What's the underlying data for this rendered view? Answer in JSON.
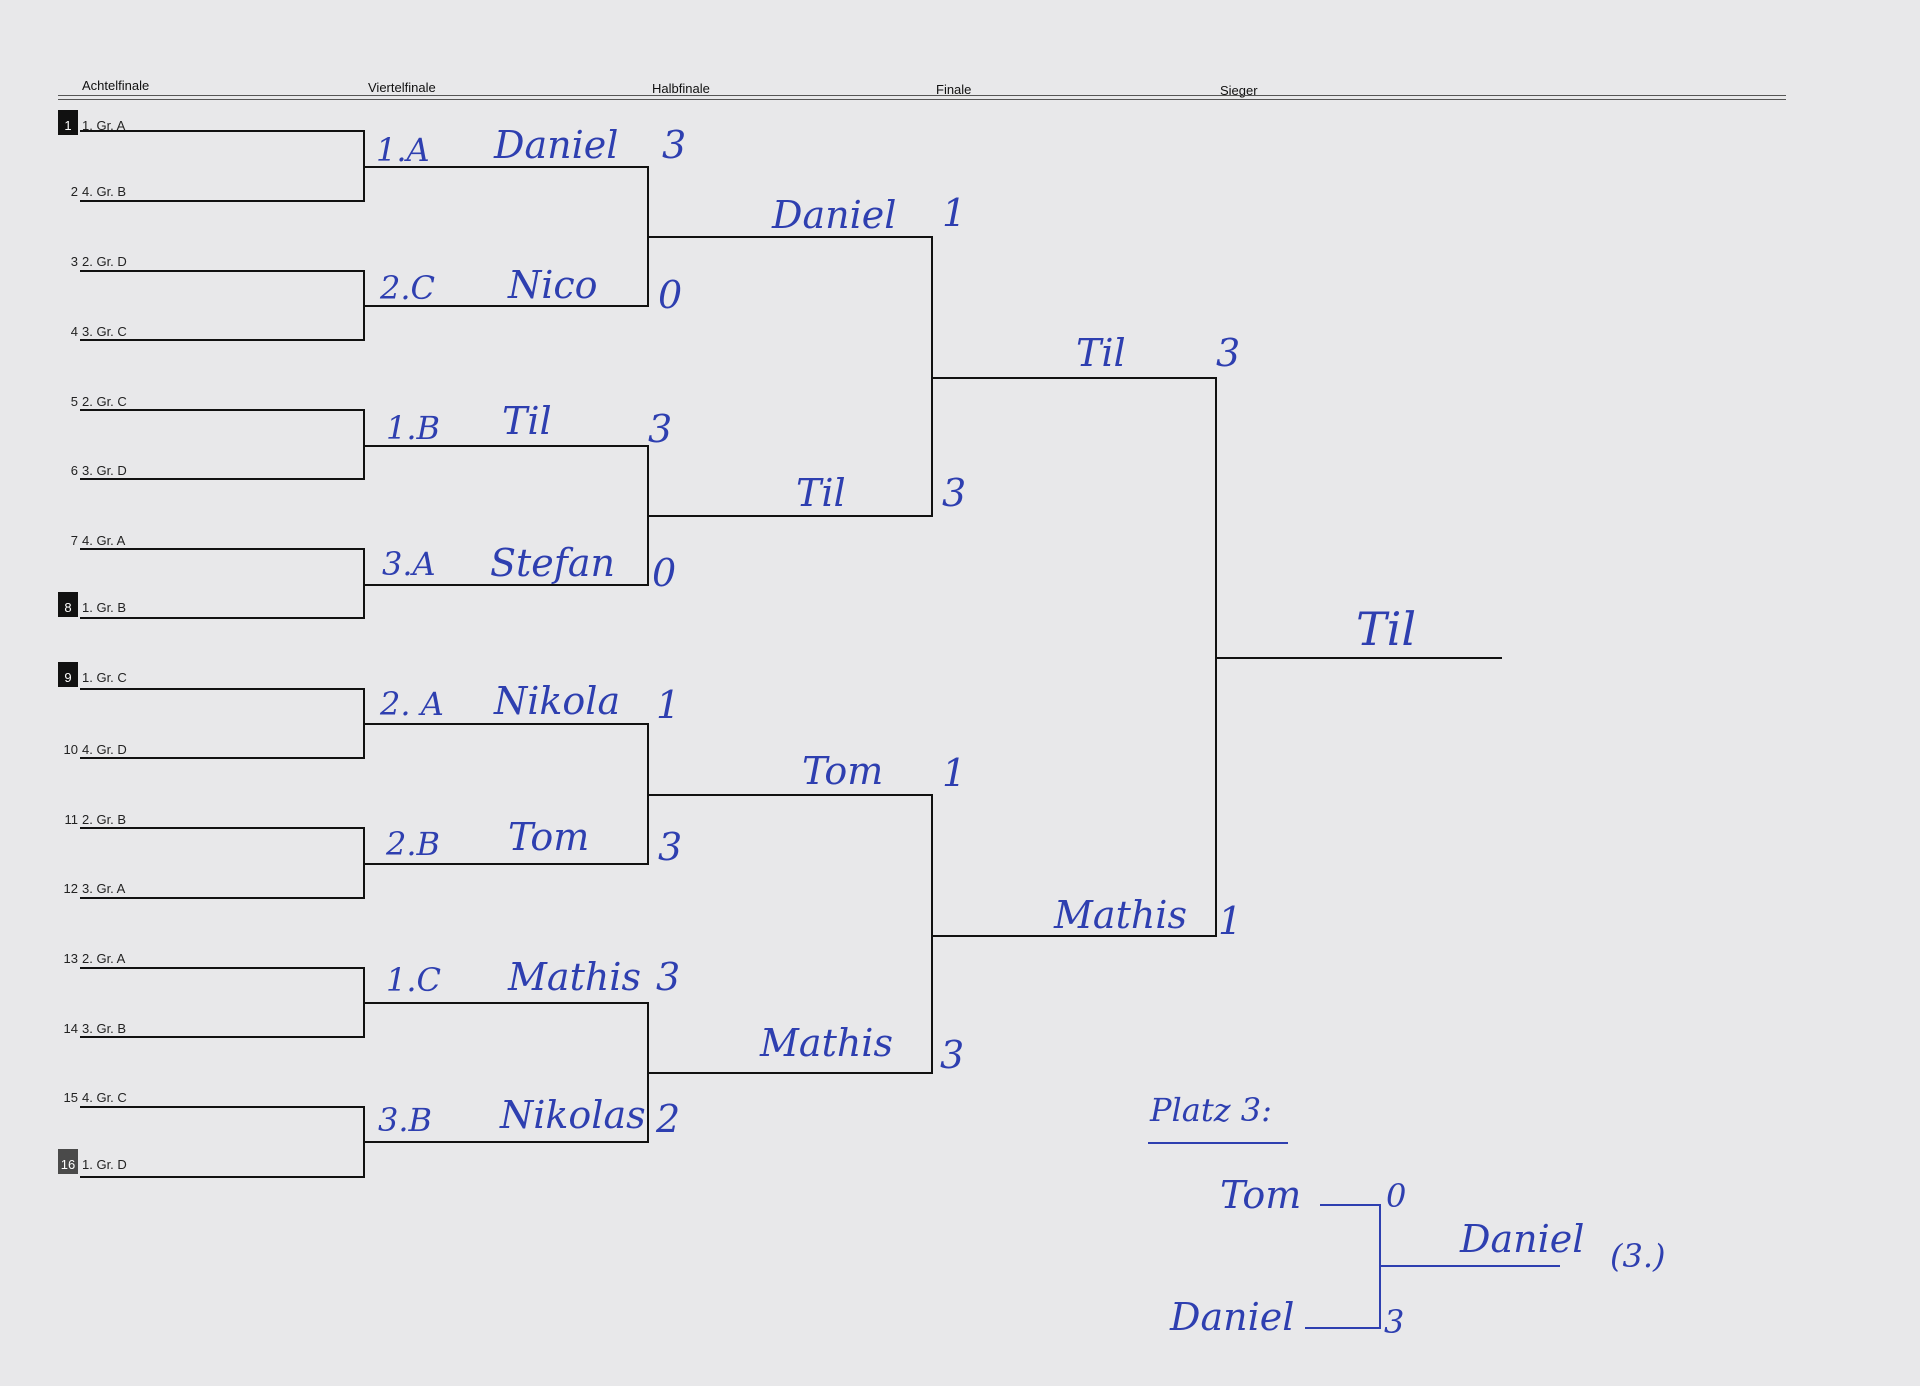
{
  "headers": {
    "round_of_16": "Achtelfinale",
    "quarterfinal": "Viertelfinale",
    "semifinal": "Halbfinale",
    "final": "Finale",
    "winner": "Sieger"
  },
  "seeds": [
    {
      "num": "1",
      "label": "1. Gr. A"
    },
    {
      "num": "2",
      "label": "4. Gr. B"
    },
    {
      "num": "3",
      "label": "2. Gr. D"
    },
    {
      "num": "4",
      "label": "3. Gr. C"
    },
    {
      "num": "5",
      "label": "2. Gr. C"
    },
    {
      "num": "6",
      "label": "3. Gr. D"
    },
    {
      "num": "7",
      "label": "4. Gr. A"
    },
    {
      "num": "8",
      "label": "1. Gr. B"
    },
    {
      "num": "9",
      "label": "1. Gr. C"
    },
    {
      "num": "10",
      "label": "4. Gr. D"
    },
    {
      "num": "11",
      "label": "2. Gr. B"
    },
    {
      "num": "12",
      "label": "3. Gr. A"
    },
    {
      "num": "13",
      "label": "2. Gr. A"
    },
    {
      "num": "14",
      "label": "3. Gr. B"
    },
    {
      "num": "15",
      "label": "4. Gr. C"
    },
    {
      "num": "16",
      "label": "1. Gr. D"
    }
  ],
  "quarterfinal": [
    {
      "group": "1.A",
      "name": "Daniel",
      "score": "3"
    },
    {
      "group": "2.C",
      "name": "Nico",
      "score": "0"
    },
    {
      "group": "1.B",
      "name": "Til",
      "score": "3"
    },
    {
      "group": "3.A",
      "name": "Stefan",
      "score": "0"
    },
    {
      "group": "2. A",
      "name": "Nikola",
      "score": "1"
    },
    {
      "group": "2.B",
      "name": "Tom",
      "score": "3"
    },
    {
      "group": "1.C",
      "name": "Mathis",
      "score": "3"
    },
    {
      "group": "3.B",
      "name": "Nikolas",
      "score": "2"
    }
  ],
  "semifinal": [
    {
      "name": "Daniel",
      "score": "1"
    },
    {
      "name": "Til",
      "score": "3"
    },
    {
      "name": "Tom",
      "score": "1"
    },
    {
      "name": "Mathis",
      "score": "3"
    }
  ],
  "final": [
    {
      "name": "Til",
      "score": "3"
    },
    {
      "name": "Mathis",
      "score": "1"
    }
  ],
  "winner": {
    "name": "Til"
  },
  "third_place": {
    "title": "Platz 3:",
    "player1": {
      "name": "Tom",
      "score": "0"
    },
    "player2": {
      "name": "Daniel",
      "score": "3"
    },
    "winner": "Daniel",
    "note": "(3.)"
  },
  "colors": {
    "ink": "#2e3fb0",
    "line": "#111111",
    "paper": "#e8e8ea"
  }
}
